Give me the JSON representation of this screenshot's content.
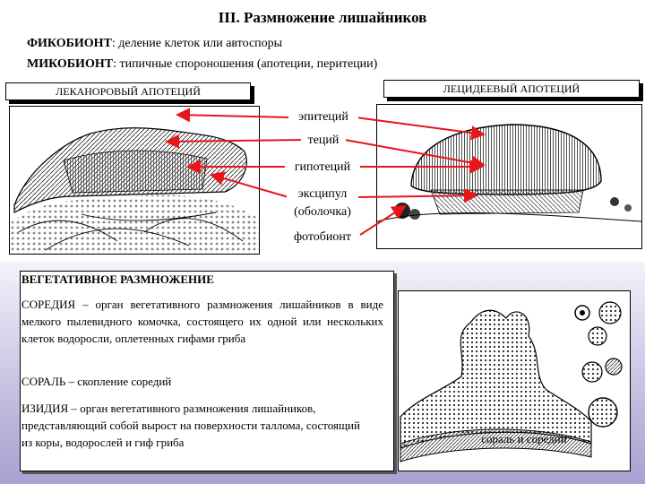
{
  "title": "III. Размножение лишайников",
  "phycobiont": {
    "label": "ФИКОБИОНТ",
    "text": ": деление клеток или автоспоры"
  },
  "mycobiont": {
    "label": "МИКОБИОНТ",
    "text": ": типичные спороношения (апотеции, перитеции)"
  },
  "lecanoric": "ЛЕКАНОРОВЫЙ АПОТЕЦИЙ",
  "lecideic": "ЛЕЦИДЕЕВЫЙ АПОТЕЦИЙ",
  "terms": [
    "эпитеций",
    "теций",
    "гипотеций",
    "эксципул",
    "(оболочка)",
    "фотобионт"
  ],
  "vegetative": {
    "title": "ВЕГЕТАТИВНОЕ РАЗМНОЖЕНИЕ",
    "soredia": "СОРЕДИЯ – орган вегетативного размножения лишайников в виде мелкого пылевидного комочка, состоящего их одной или нескольких клеток водоросли, оплетенных гифами гриба",
    "soralium": "СОРАЛЬ – скопление соредий",
    "isidia": "ИЗИДИЯ – орган вегетативного размножения лишайников, представляющий собой вырост на поверхности таллома, состоящий из коры, водорослей и гиф гриба"
  },
  "caption": "сораль и соредии",
  "colors": {
    "arrow": "#e8141a",
    "background_bottom": "#b4addb"
  }
}
